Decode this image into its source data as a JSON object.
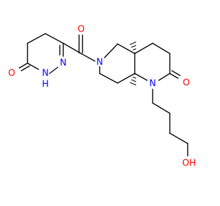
{
  "structure": {
    "labels": {
      "ketone_o": "O",
      "lactam_o": "O",
      "pyridazinone_o": "O",
      "ring_n_amide": "N",
      "ring_n_lactam": "N",
      "hydrazone_n": "N",
      "nh": "N",
      "nh_h": "H",
      "hydroxyl": "OH"
    },
    "colors": {
      "bond": "#000000",
      "oxygen": "#ff0000",
      "nitrogen": "#0000ff"
    }
  }
}
